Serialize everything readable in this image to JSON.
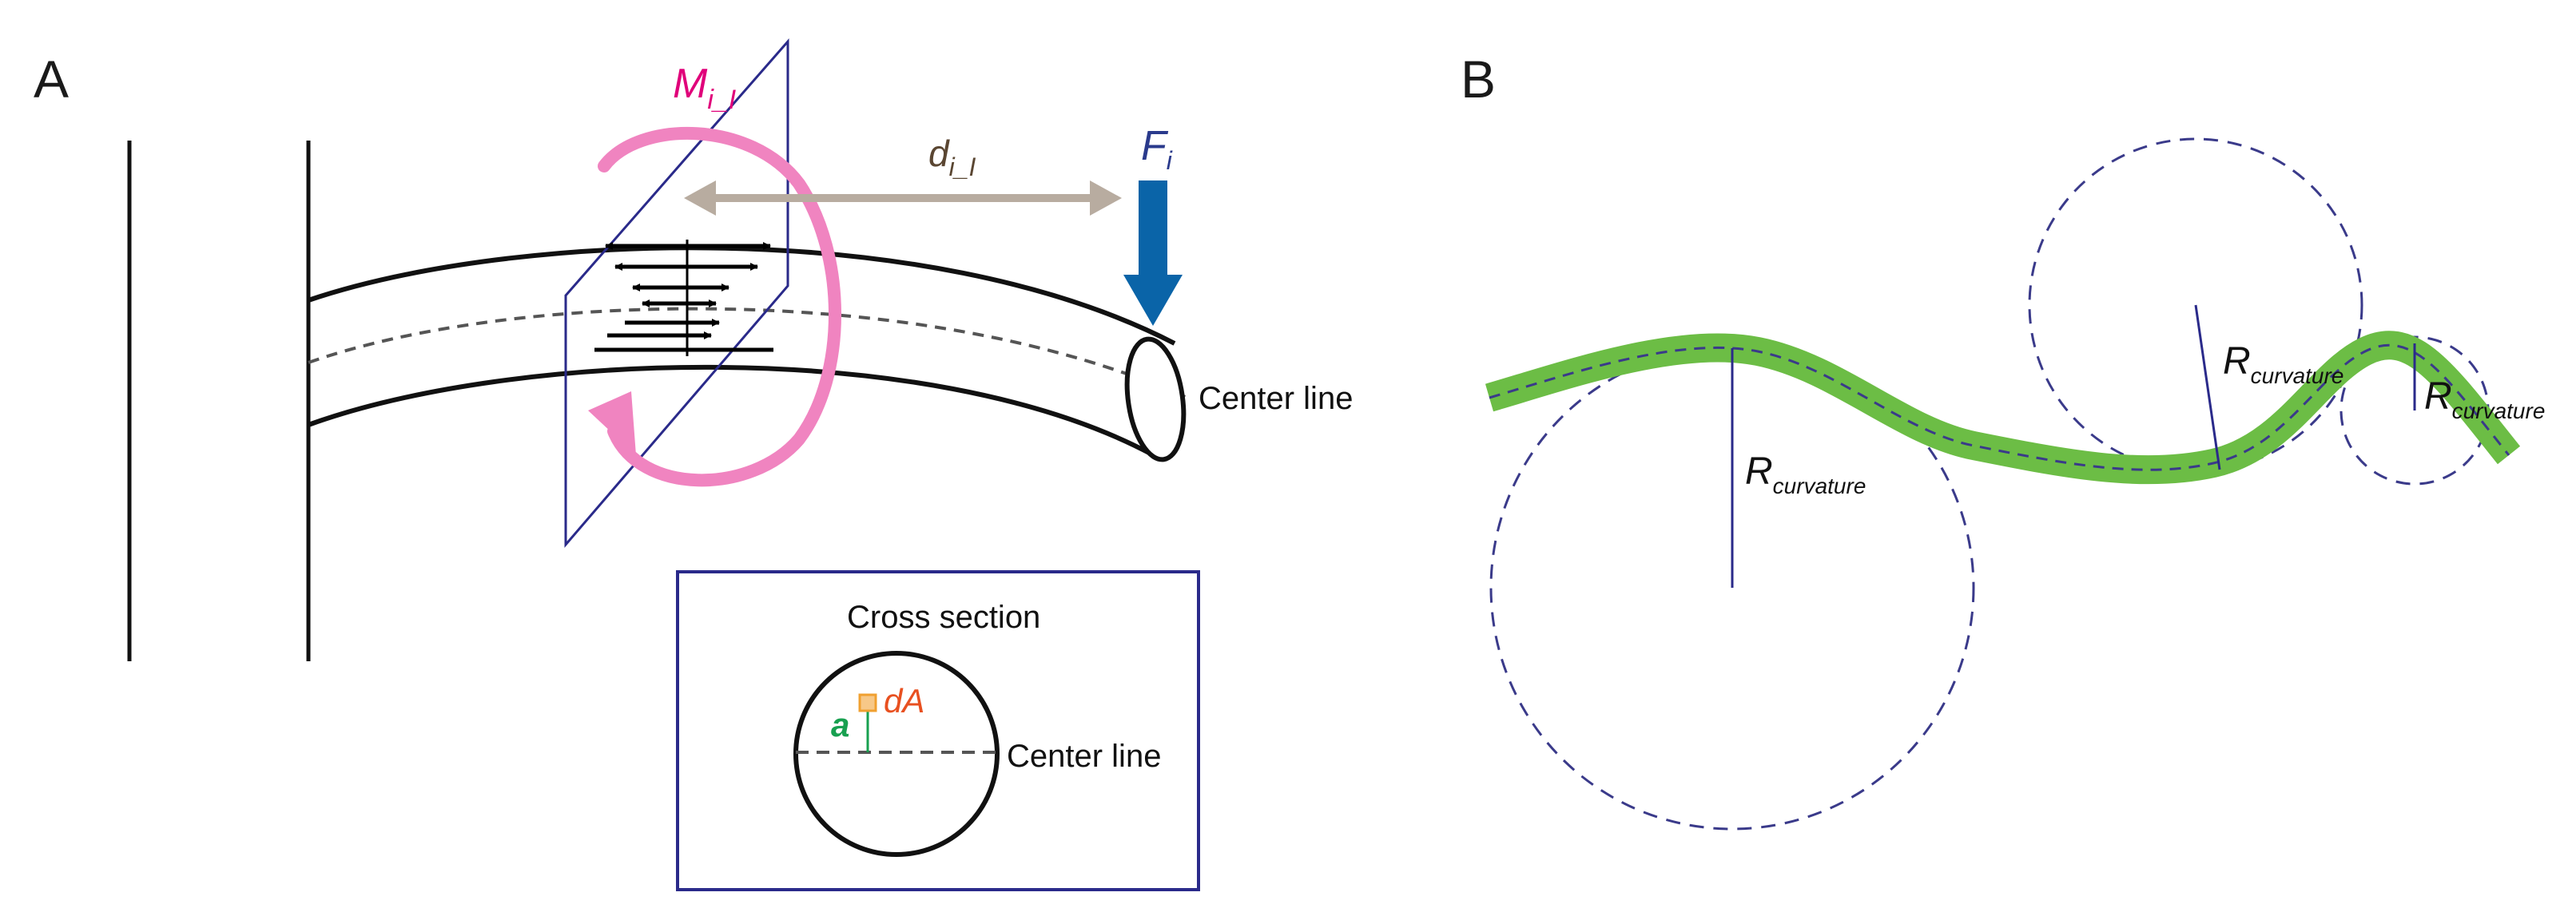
{
  "panels": {
    "a": {
      "label": "A",
      "moment": {
        "main": "M",
        "sub": "i_I"
      },
      "distance": {
        "main": "d",
        "sub": "i_I"
      },
      "force": {
        "main": "F",
        "sub": "i"
      },
      "center_line": "Center line",
      "inset": {
        "title": "Cross section",
        "a_label": "a",
        "dA_label": "dA",
        "center_line": "Center line"
      }
    },
    "b": {
      "label": "B",
      "radius_labels": [
        {
          "main": "R",
          "sub": "curvature"
        },
        {
          "main": "R",
          "sub": "curvature"
        },
        {
          "main": "R",
          "sub": "curvature"
        }
      ]
    }
  },
  "colors": {
    "moment": "#f084c0",
    "moment_text": "#e0007a",
    "distance_arrow": "#b8aca0",
    "distance_text": "#5a4632",
    "force_arrow": "#0a64a8",
    "force_text": "#2a3a8c",
    "plane": "#2a2a8a",
    "inset_border": "#2a2a8a",
    "dA_text": "#e85020",
    "dA_box": "#f0a030",
    "a_text": "#18a050",
    "rod_b": "#6cbd45",
    "circle_dashed": "#3a3a8a"
  }
}
